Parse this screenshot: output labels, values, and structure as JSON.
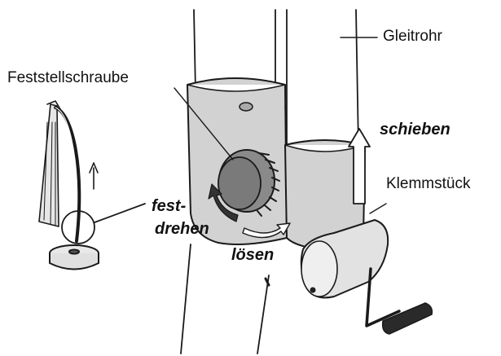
{
  "labels": {
    "feststellschraube": "Feststellschraube",
    "gleitrohr": "Gleitrohr",
    "schieben": "schieben",
    "klemmstueck": "Klemmstück",
    "fest": "fest-",
    "drehen": "drehen",
    "loesen": "lösen"
  },
  "colors": {
    "line": "#1a1a1a",
    "clamp_fill": "#d2d2d2",
    "knob_fill": "#8a8a8a",
    "knob_face": "#7a7a7a",
    "grip_fill": "#2a2a2a",
    "pipe_fill": "#ffffff",
    "drum_fill": "#e2e2e2"
  },
  "icons": [
    "clockwise-arrow-icon",
    "counterclockwise-arrow-icon",
    "up-arrow-icon",
    "magnify-circle-icon"
  ]
}
